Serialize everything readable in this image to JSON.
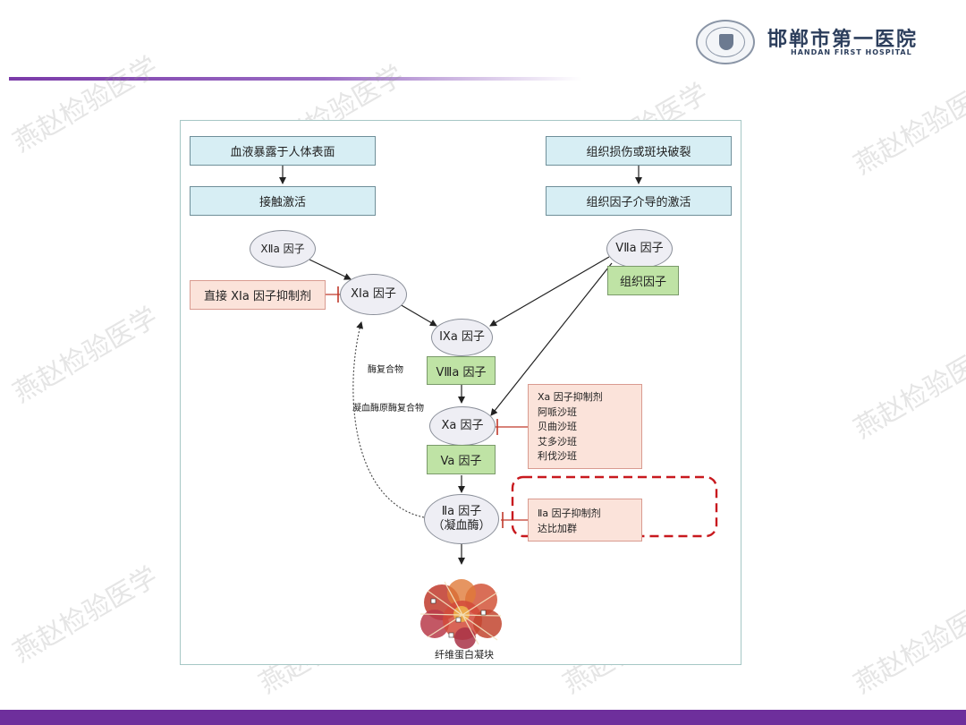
{
  "header": {
    "hospital_cn": "邯郸市第一医院",
    "hospital_en": "HANDAN FIRST HOSPITAL",
    "logo_icon": "hospital-seal-icon"
  },
  "diagram": {
    "left_top_box": "血液暴露于人体表面",
    "left_second_box": "接触激活",
    "right_top_box": "组织损伤或斑块破裂",
    "right_second_box": "组织因子介导的激活",
    "factor_xiia": "XⅡa 因子",
    "factor_xia": "XIa 因子",
    "xia_inhibitor": "直接 XⅠa 因子抑制剂",
    "factor_viia": "VⅡa 因子",
    "tissue_factor": "组织因子",
    "factor_ixa": "IXa 因子",
    "factor_viiia": "VⅢa 因子",
    "tenase_label": "酶复合物",
    "prothrombinase_label": "凝血酶原酶复合物",
    "factor_xa": "Xa 因子",
    "factor_va": "Va 因子",
    "xa_inhibitors": [
      "Xa 因子抑制剂",
      "阿哌沙班",
      "贝曲沙班",
      "艾多沙班",
      "利伐沙班"
    ],
    "factor_iia_line1": "Ⅱa 因子",
    "factor_iia_line2": "（凝血酶）",
    "iia_inhibitors": [
      "Ⅱa 因子抑制剂",
      "达比加群"
    ],
    "fibrin_clot": "纤维蛋白凝块"
  },
  "watermark": "燕赵检验医学",
  "colors": {
    "accent_purple": "#6e2f9c",
    "highlight_red": "#c8191e",
    "box_blue": "#d7eef4",
    "box_green": "#bfe3a5",
    "box_pink": "#fbe3da"
  }
}
